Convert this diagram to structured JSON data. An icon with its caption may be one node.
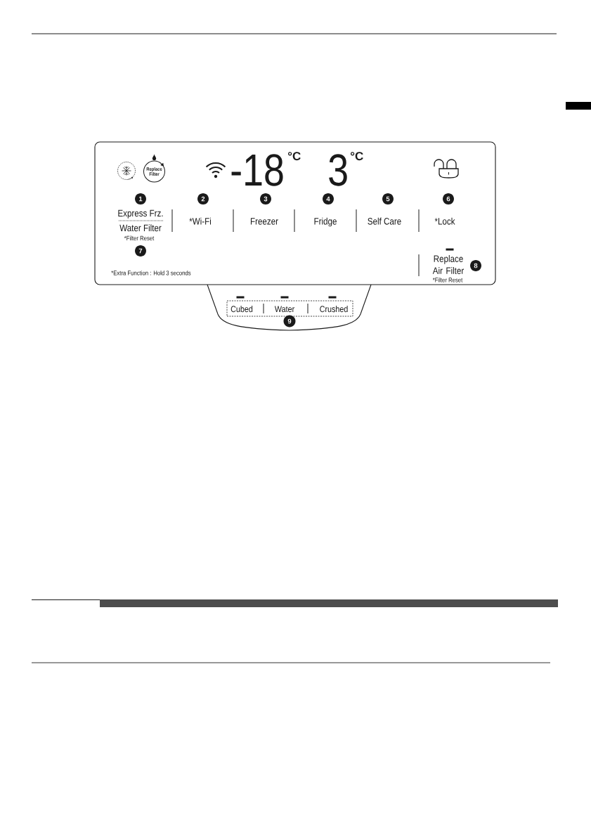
{
  "diagram": {
    "nodes": [
      {
        "text": [],
        "shape": "box"
      },
      {
        "text": [
          "Replace Filter"
        ],
        "in": 0
      },
      {
        "text": [
          "1"
        ],
        "in": 0
      },
      {
        "text": [
          "2"
        ],
        "in": 0
      },
      {
        "text": [
          "3"
        ],
        "in": 0
      },
      {
        "text": [
          "4"
        ],
        "in": 0
      },
      {
        "text": [
          "5"
        ],
        "in": 0
      },
      {
        "text": [
          "6"
        ],
        "in": 0
      },
      {
        "text": [
          "7"
        ],
        "in": 0
      },
      {
        "text": [
          "8"
        ],
        "in": 0
      },
      {
        "text": [],
        "shape": "tray"
      },
      {
        "text": [
          "Cubed",
          "Water",
          "Crushed"
        ],
        "in": 10
      },
      {
        "text": [
          "9"
        ],
        "in": 10
      }
    ],
    "labels": [
      "-18",
      "°C",
      "3",
      "°C",
      "Express Frz.",
      "*Wi-Fi",
      "Freezer",
      "Fridge",
      "Self Care",
      "*Lock",
      "Water Filter",
      "*Filter Reset",
      "Replace Air Filter",
      "*Extra Function : Hold 3 seconds",
      "*Filter Reset"
    ]
  }
}
